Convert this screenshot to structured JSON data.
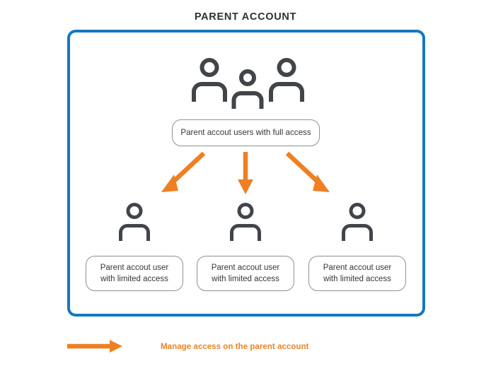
{
  "diagram": {
    "title": "PARENT ACCOUNT",
    "type": "hierarchy",
    "colors": {
      "frame_border": "#1578bf",
      "arrow": "#ee8023",
      "icon": "#414549",
      "callout_border": "#8d9094",
      "title_text": "#2e3134",
      "legend_text": "#e8842a"
    },
    "top_node": {
      "icon_name": "people-group-icon",
      "person_count": 3,
      "label": "Parent accout users with full access"
    },
    "children": [
      {
        "icon_name": "person-icon",
        "label_line1": "Parent accout user",
        "label_line2": "with limited access"
      },
      {
        "icon_name": "person-icon",
        "label_line1": "Parent accout user",
        "label_line2": "with limited access"
      },
      {
        "icon_name": "person-icon",
        "label_line1": "Parent accout user",
        "label_line2": "with limited access"
      }
    ],
    "connectors": [
      {
        "name": "arrow-to-child-1",
        "direction": "down-left"
      },
      {
        "name": "arrow-to-child-2",
        "direction": "down"
      },
      {
        "name": "arrow-to-child-3",
        "direction": "down-right"
      }
    ],
    "legend": {
      "icon_name": "arrow-right-icon",
      "label": "Manage access on the parent account"
    }
  }
}
